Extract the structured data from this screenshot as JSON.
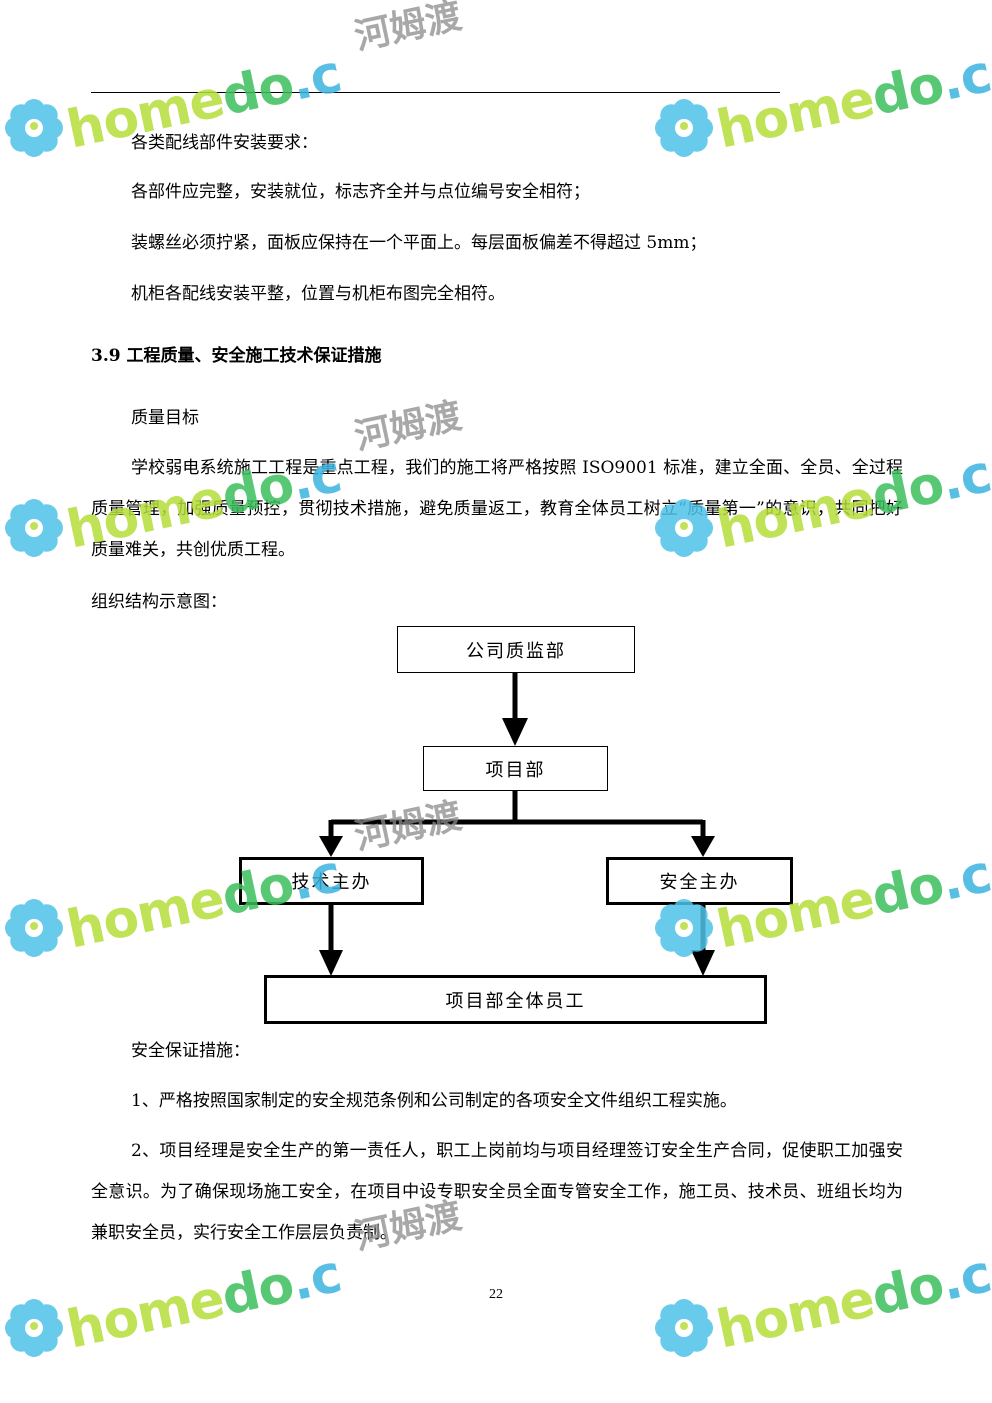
{
  "paragraphs": {
    "p1": "各类配线部件安装要求：",
    "p2": "各部件应完整，安装就位，标志齐全并与点位编号安全相符；",
    "p3": "装螺丝必须拧紧，面板应保持在一个平面上。每层面板偏差不得超过 5mm；",
    "p4": "机柜各配线安装平整，位置与机柜布图完全相符。",
    "section_heading": "3.9 工程质量、安全施工技术保证措施",
    "quality_title": "质量目标",
    "quality_text": "学校弱电系统施工工程是重点工程，我们的施工将严格按照 ISO9001 标准，建立全面、全员、全过程质量管理，加强质量预控，贯彻技术措施，避免质量返工，教育全体员工树立“质量第一”的意识，共同把好质量难关，共创优质工程。",
    "org_label": "组织结构示意图：",
    "safety_title": "安全保证措施：",
    "safety_1": "1、严格按照国家制定的安全规范条例和公司制定的各项安全文件组织工程实施。",
    "safety_2": "2、项目经理是安全生产的第一责任人，职工上岗前均与项目经理签订安全生产合同，促使职工加强安全意识。为了确保现场施工安全，在项目中设专职安全员全面专管安全工作，施工员、技术员、班组长均为兼职安全员，实行安全工作层层负责制。"
  },
  "org_chart": {
    "top": "公司质监部",
    "middle": "项目部",
    "left": "技术主办",
    "right": "安全主办",
    "bottom": "项目部全体员工"
  },
  "page_number": "22",
  "watermark": {
    "brand": "homedo.com",
    "brand_cn": "河姆渡",
    "colors": {
      "home": "#b5dd3a",
      "do": "#3dbf5c",
      "com": "#3bb3e0",
      "flower": "#4fc3e8",
      "cn": "#8c8c8c"
    }
  }
}
